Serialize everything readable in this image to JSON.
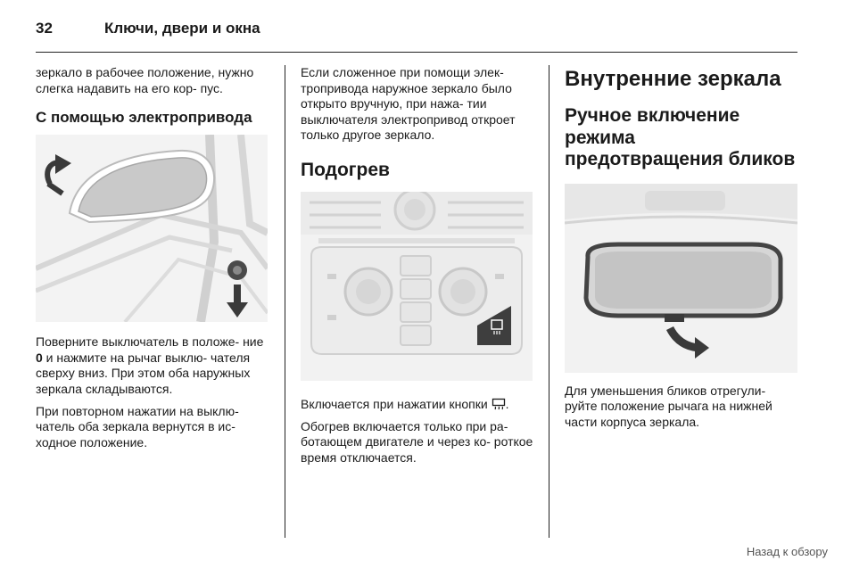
{
  "header": {
    "page_number": "32",
    "chapter_title": "Ключи, двери и окна"
  },
  "col1": {
    "intro_text": "зеркало в рабочее положение, нужно слегка надавить на его кор- пус.",
    "section_heading": "С помощью электропривода",
    "para1_before": "Поверните выключатель в положе- ние ",
    "para1_bold": "0",
    "para1_after": " и нажмите на рычаг выклю- чателя сверху вниз. При этом оба наружных зеркала складываются.",
    "para2": "При повторном нажатии на выклю- чатель оба зеркала вернутся в ис- ходное положение."
  },
  "col2": {
    "para1": "Если сложенное при помощи элек- тропривода наружное зеркало было открыто вручную, при нажа- тии выключателя электропривод откроет только другое зеркало.",
    "heading": "Подогрев",
    "para2": "Включается при нажатии кнопки",
    "para3": "Обогрев включается только при ра- ботающем двигателе и через ко- роткое время отключается."
  },
  "col3": {
    "title": "Внутренние зеркала",
    "subtitle": "Ручное включение режима предотвращения бликов",
    "para1": "Для уменьшения бликов отрегули- руйте положение рычага на нижней части корпуса зеркала."
  },
  "footer": {
    "back_link": "Назад к обзору"
  },
  "icons": {
    "heated_mirror_icon": "rear-window-heater-icon"
  }
}
